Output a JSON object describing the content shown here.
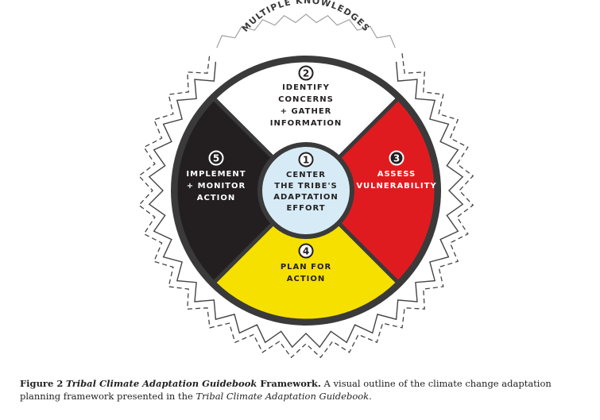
{
  "ring_label": "MULTIPLE KNOWLEDGES",
  "colors": {
    "outline": "#3a3a3a",
    "segment_top": "#ffffff",
    "segment_right": "#e01b1f",
    "segment_bottom": "#f6e000",
    "segment_left": "#231f20",
    "center_fill": "#d7ebf6",
    "zigzag": "#444444"
  },
  "steps": [
    {
      "number": "2",
      "lines": [
        "IDENTIFY",
        "CONCERNS",
        "+ GATHER",
        "INFORMATION"
      ],
      "position": "top"
    },
    {
      "number": "3",
      "lines": [
        "ASSESS",
        "VULNERABILITY"
      ],
      "position": "right"
    },
    {
      "number": "4",
      "lines": [
        "PLAN FOR",
        "ACTION"
      ],
      "position": "bottom"
    },
    {
      "number": "5",
      "lines": [
        "IMPLEMENT",
        "+ MONITOR",
        "ACTION"
      ],
      "position": "left"
    }
  ],
  "center": {
    "number": "1",
    "lines": [
      "CENTER",
      "THE TRIBE'S",
      "ADAPTATION",
      "EFFORT"
    ]
  },
  "caption": {
    "figure_label": "Figure 2",
    "title_italic": "Tribal Climate Adaptation Guidebook",
    "title_rest": " Framework.",
    "body": " A visual outline of the climate change adaptation planning framework presented in the ",
    "body_italic": "Tribal Climate Adaptation Guidebook",
    "body_end": "."
  }
}
